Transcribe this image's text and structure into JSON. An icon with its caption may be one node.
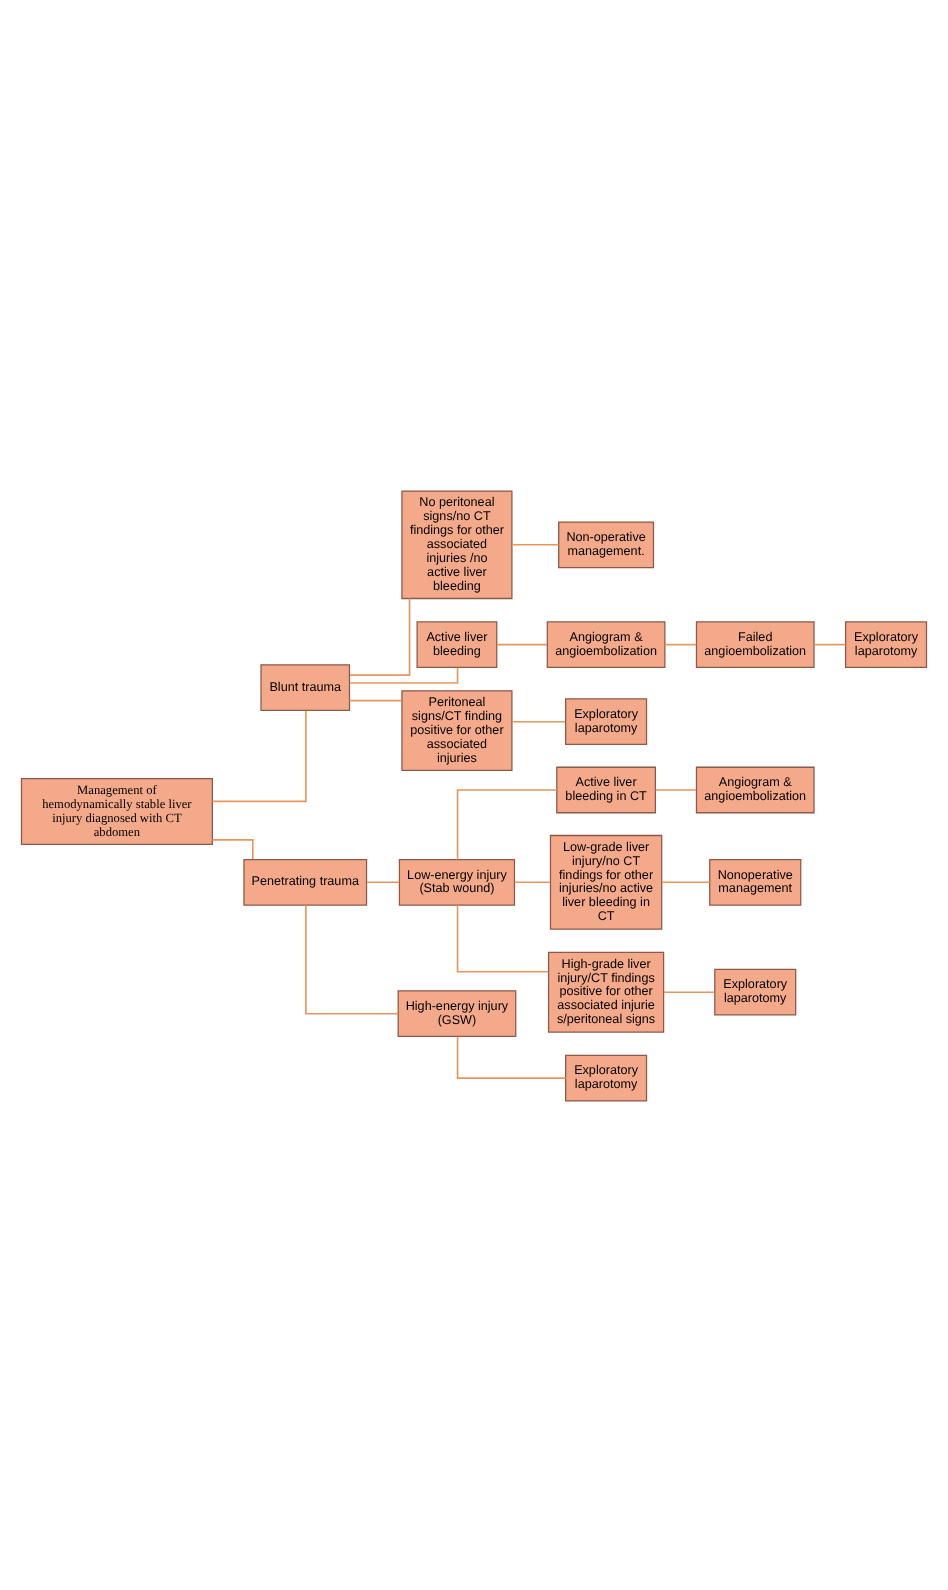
{
  "diagram": {
    "nodes": [
      {
        "text": [
          "Management of hemodynamically stable liver injury diagnosed with CT abdomen"
        ]
      },
      {
        "text": [
          "Blunt trauma"
        ]
      },
      {
        "text": [
          "No peritoneal signs/no CT findings for other associated injuries /no active liver bleeding"
        ]
      },
      {
        "text": [
          "Non-operative management."
        ]
      },
      {
        "text": [
          "Active liver bleeding"
        ]
      },
      {
        "text": [
          "Angiogram & angioembolization"
        ]
      },
      {
        "text": [
          "Failed angioembolization"
        ]
      },
      {
        "text": [
          "Exploratory laparotomy"
        ]
      },
      {
        "text": [
          "Peritoneal signs/CT finding positive for other associated injuries"
        ]
      },
      {
        "text": [
          "Exploratory laparotomy"
        ]
      },
      {
        "text": [
          "Penetrating trauma"
        ]
      },
      {
        "text": [
          "Low-energy injury (Stab wound)"
        ]
      },
      {
        "text": [
          "Active liver bleeding in CT"
        ]
      },
      {
        "text": [
          "Angiogram & angioembolization"
        ]
      },
      {
        "text": [
          "Low-grade liver injury/no CT findings for other injuries/no active liver bleeding in CT"
        ]
      },
      {
        "text": [
          "Nonoperative management"
        ]
      },
      {
        "text": [
          "High-grade liver injury/CT findings positive for other associated injuries/peritoneal signs"
        ]
      },
      {
        "text": [
          "Exploratory laparotomy"
        ]
      },
      {
        "text": [
          "High-energy injury (GSW)"
        ]
      },
      {
        "text": [
          "Exploratory laparotomy"
        ]
      }
    ],
    "edges": [
      {
        "from": 0,
        "to": 1,
        "arrow": "none"
      },
      {
        "from": 1,
        "to": 2,
        "arrow": "none"
      },
      {
        "from": 2,
        "to": 3,
        "arrow": "none"
      },
      {
        "from": 1,
        "to": 4,
        "arrow": "none"
      },
      {
        "from": 4,
        "to": 5,
        "arrow": "none"
      },
      {
        "from": 5,
        "to": 6,
        "arrow": "none"
      },
      {
        "from": 6,
        "to": 7,
        "arrow": "none"
      },
      {
        "from": 1,
        "to": 8,
        "arrow": "none"
      },
      {
        "from": 8,
        "to": 9,
        "arrow": "none"
      },
      {
        "from": 0,
        "to": 10,
        "arrow": "none"
      },
      {
        "from": 10,
        "to": 11,
        "arrow": "none"
      },
      {
        "from": 11,
        "to": 12,
        "arrow": "none"
      },
      {
        "from": 12,
        "to": 13,
        "arrow": "none"
      },
      {
        "from": 11,
        "to": 14,
        "arrow": "none"
      },
      {
        "from": 14,
        "to": 15,
        "arrow": "none"
      },
      {
        "from": 11,
        "to": 16,
        "arrow": "none"
      },
      {
        "from": 16,
        "to": 17,
        "arrow": "none"
      },
      {
        "from": 10,
        "to": 18,
        "arrow": "none"
      },
      {
        "from": 18,
        "to": 19,
        "arrow": "none"
      }
    ]
  }
}
